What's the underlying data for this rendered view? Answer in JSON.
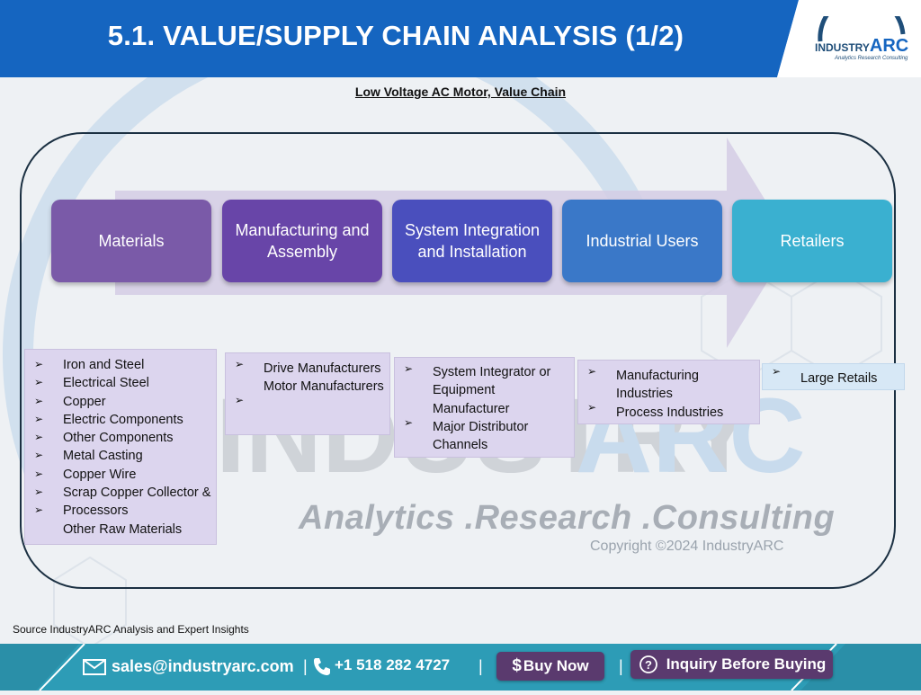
{
  "header": {
    "title": "5.1. VALUE/SUPPLY CHAIN ANALYSIS (1/2)"
  },
  "logo": {
    "brand_prefix": "INDUSTRY",
    "brand_suffix": "ARC",
    "tagline": "Analytics Research Consulting"
  },
  "subtitle": "Low Voltage AC Motor, Value Chain",
  "stages": [
    {
      "label": "Materials",
      "color": "#7a5aa8"
    },
    {
      "label": "Manufacturing and Assembly",
      "color": "#6845a8"
    },
    {
      "label": "System Integration and Installation",
      "color": "#4a4fbd"
    },
    {
      "label": "Industrial Users",
      "color": "#3a78c8"
    },
    {
      "label": "Retailers",
      "color": "#3ab0d0"
    }
  ],
  "details": {
    "materials": [
      "Iron and Steel",
      "Electrical Steel",
      "Copper",
      "Electric Components",
      "Other Components",
      "Metal Casting",
      "Copper Wire",
      "Scrap Copper Collector & Processors",
      "Other Raw Materials"
    ],
    "manufacturing": [
      "Drive Manufacturers",
      "Motor Manufacturers"
    ],
    "integration": [
      "System Integrator or Equipment Manufacturer",
      "Major Distributor Channels"
    ],
    "users": [
      "Manufacturing Industries",
      "Process Industries"
    ],
    "retailers": [
      "Large Retails"
    ]
  },
  "watermark": {
    "brand": "INDUSTRYARC",
    "tagline": "Analytics .Research .Consulting",
    "copyright": "Copyright ©2024 IndustryARC"
  },
  "source": "Source IndustryARC Analysis and Expert Insights",
  "footer": {
    "email": "sales@industryarc.com",
    "phone": "+1 518 282 4727",
    "buy_now": "Buy Now",
    "inquiry": "Inquiry Before Buying",
    "separator": "|"
  },
  "colors": {
    "header_blue": "#1565c0",
    "footer_teal": "#2a8fa8",
    "button_purple": "#5a3a6e"
  }
}
